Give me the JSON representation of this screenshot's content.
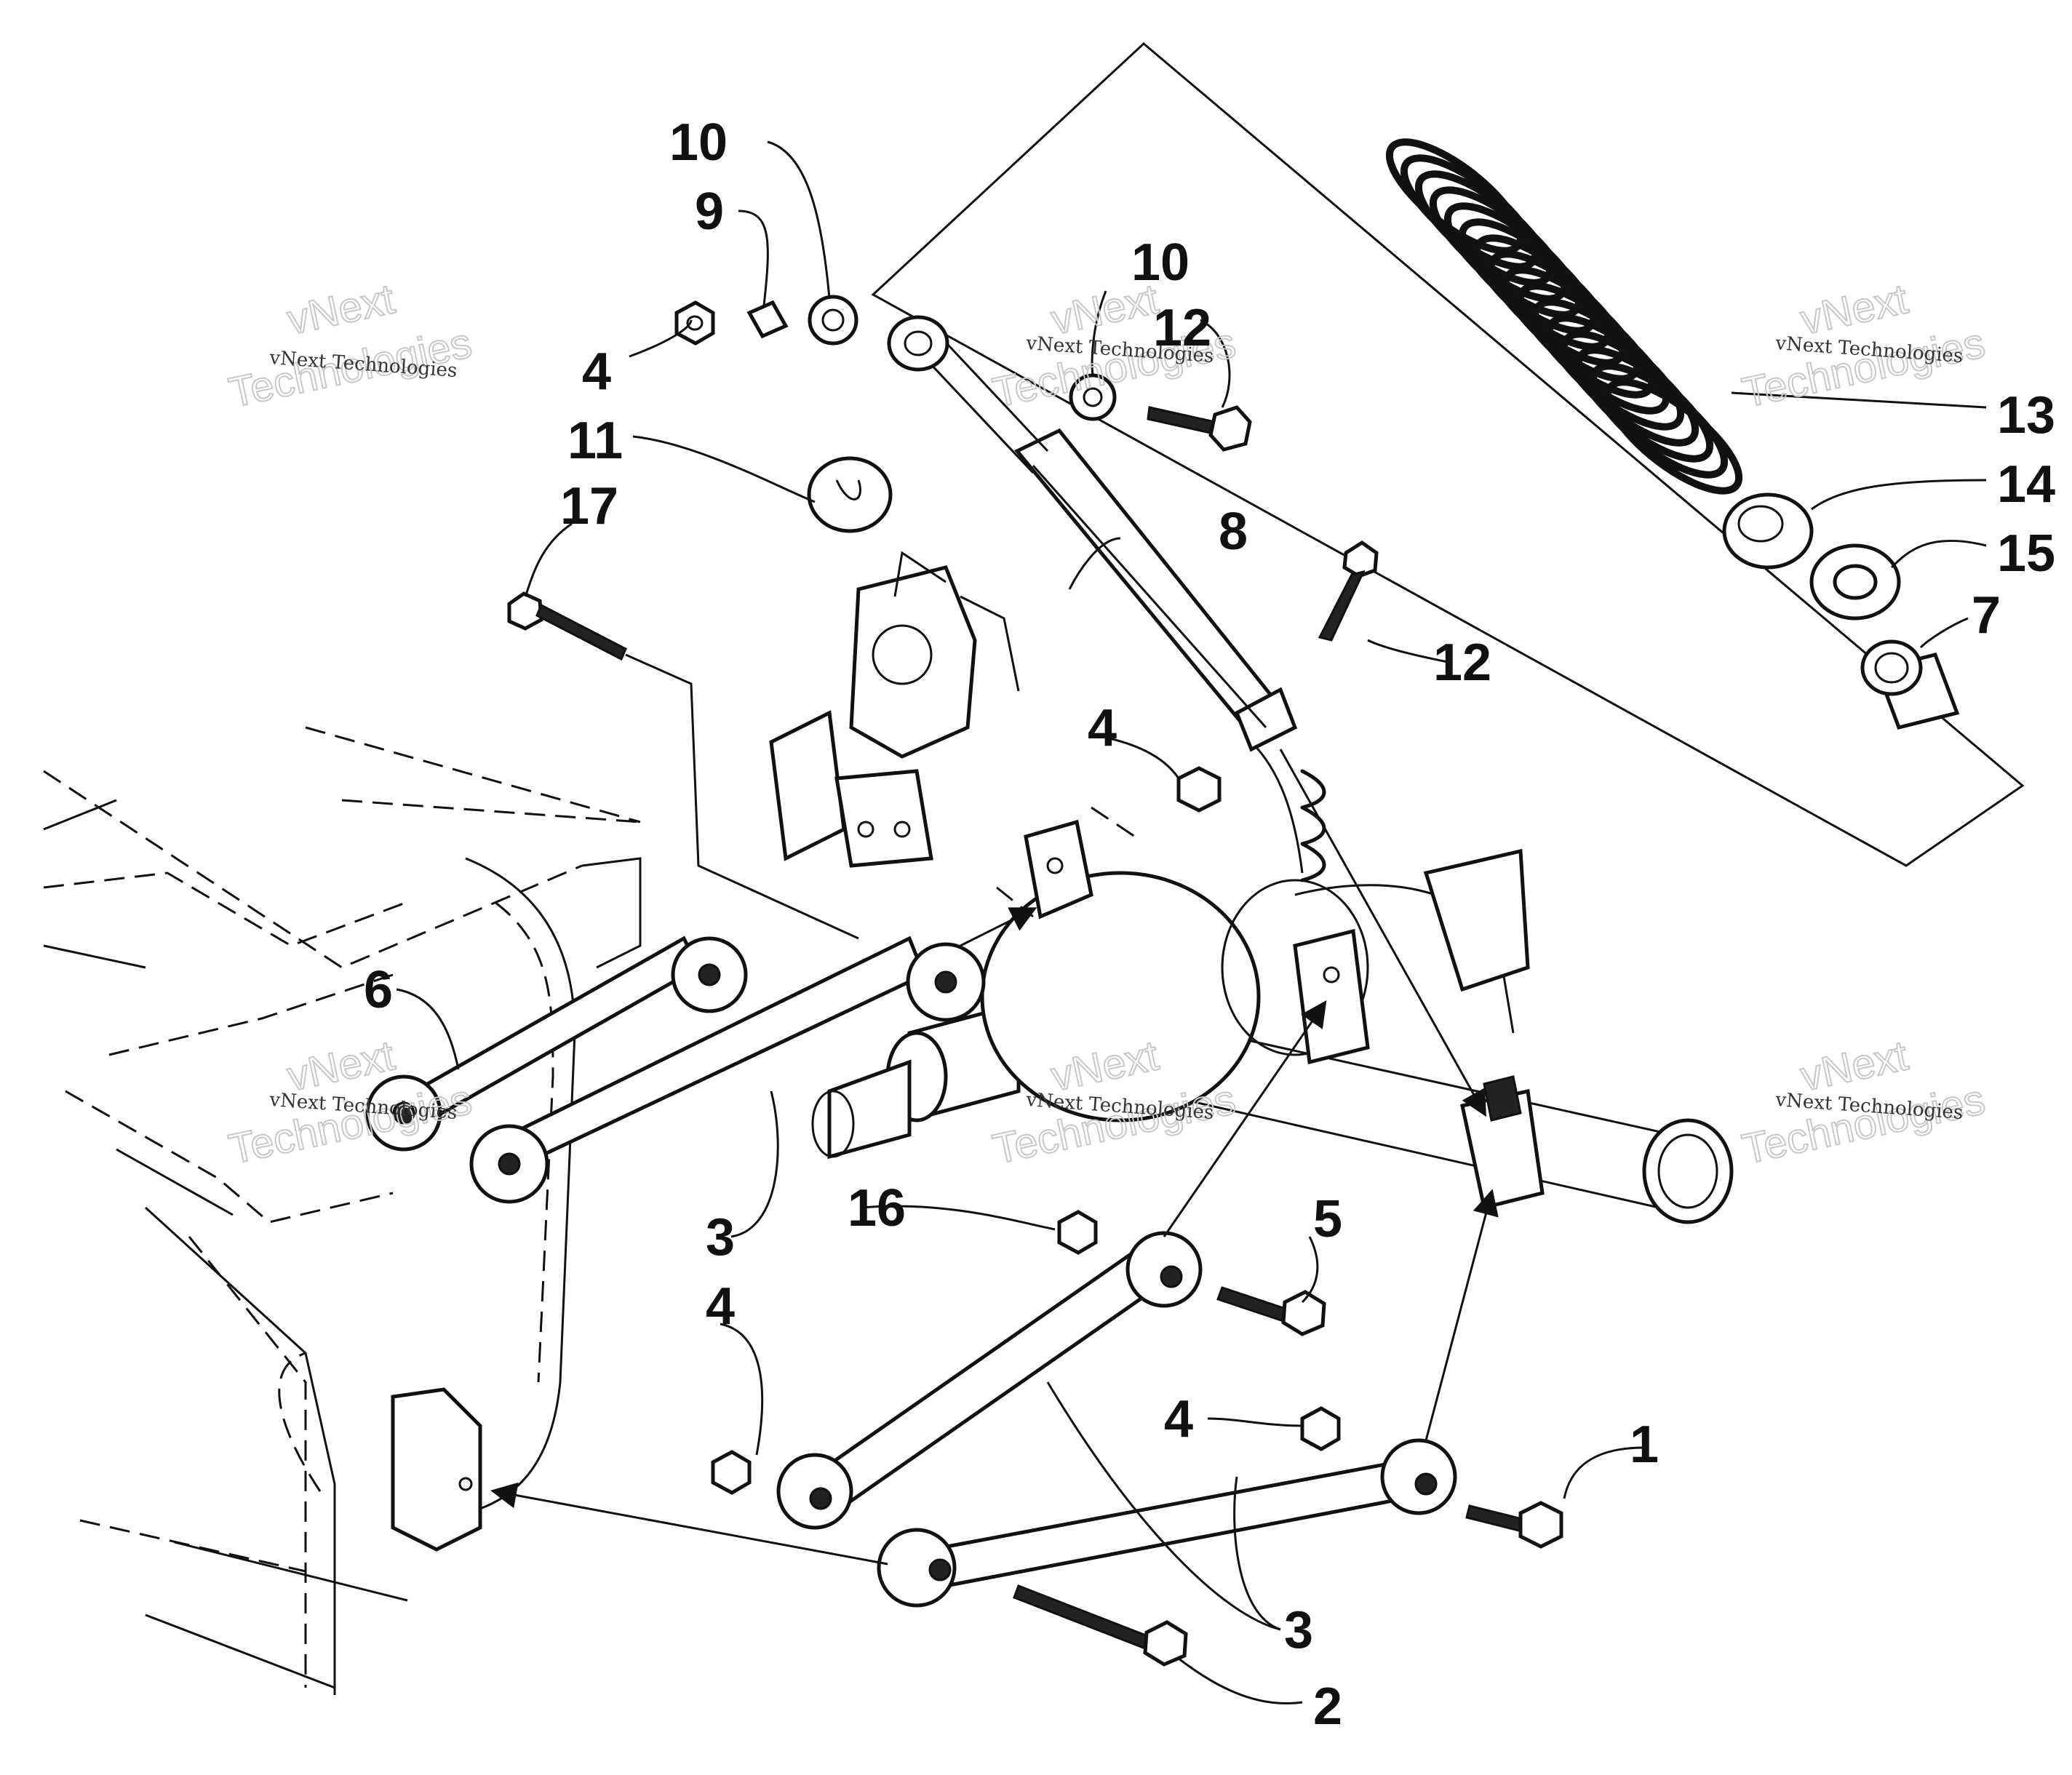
{
  "labels": {
    "n1": "1",
    "n2": "2",
    "n3a": "3",
    "n3b": "3",
    "n4a": "4",
    "n4b": "4",
    "n4c": "4",
    "n4d": "4",
    "n5": "5",
    "n6": "6",
    "n7": "7",
    "n8": "8",
    "n9": "9",
    "n10a": "10",
    "n10b": "10",
    "n11": "11",
    "n12a": "12",
    "n12b": "12",
    "n13": "13",
    "n14": "14",
    "n15": "15",
    "n16": "16",
    "n17": "17"
  },
  "watermark": {
    "small": "vNext Technologies",
    "big_line1": "vNext",
    "big_line2": "Technologies"
  }
}
